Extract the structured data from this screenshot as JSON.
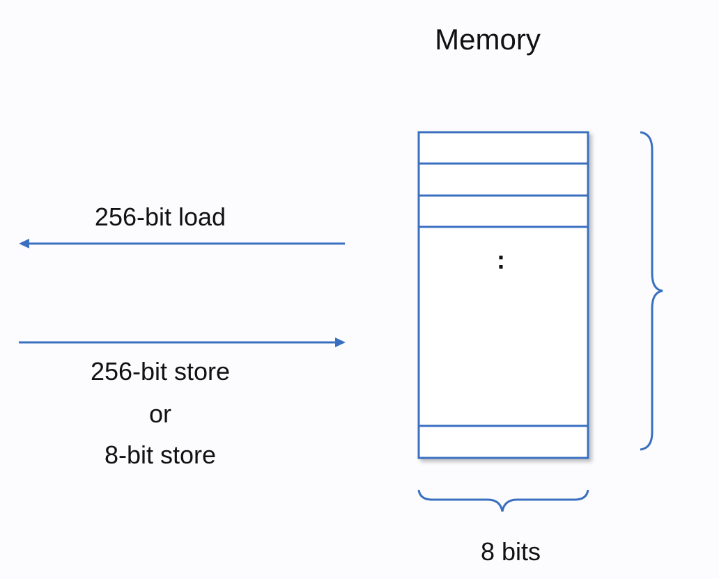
{
  "title": "Memory",
  "load_label": "256-bit load",
  "store_label_line1": "256-bit store",
  "store_label_line2": "or",
  "store_label_line3": "8-bit store",
  "ellipsis": ":",
  "width_label": "8 bits",
  "colors": {
    "line": "#3a6fc0",
    "text": "#111111",
    "background": "#fcfcfe"
  }
}
